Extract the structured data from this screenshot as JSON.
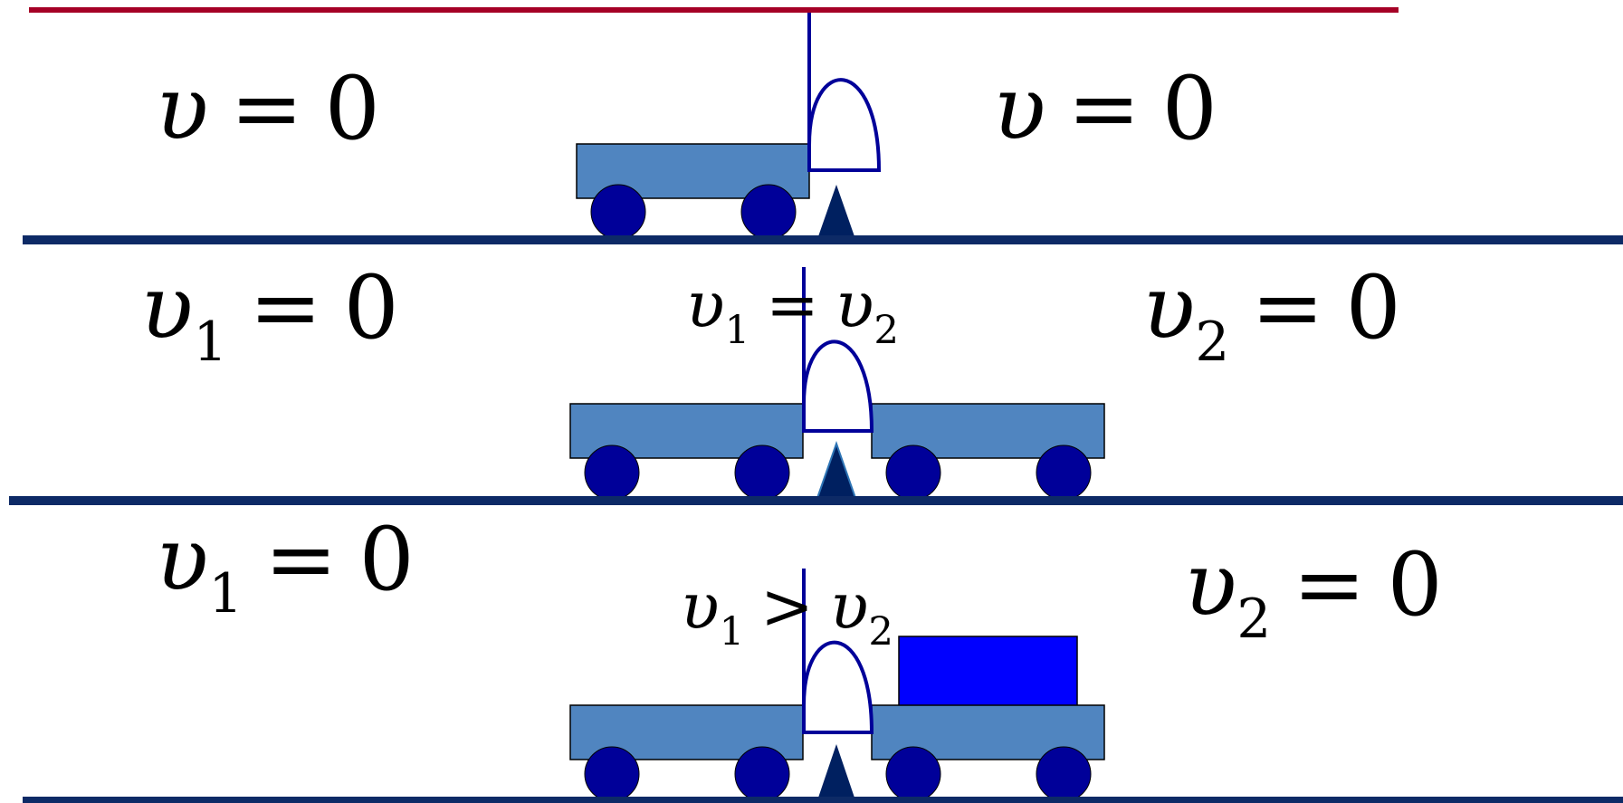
{
  "colors": {
    "top_rule": "#A50026",
    "ground": "#0D2A66",
    "cart_body": "#5085C0",
    "wheel": "#000099",
    "arch": "#000099",
    "support": "#002060",
    "block": "#0000FF"
  },
  "panels": [
    {
      "left_eq": {
        "var": "υ",
        "sub": "",
        "op": "=",
        "val": "0"
      },
      "right_eq": {
        "var": "υ",
        "sub": "",
        "op": "=",
        "val": "0"
      }
    },
    {
      "left_eq": {
        "var": "υ",
        "sub": "1",
        "op": "=",
        "val": "0"
      },
      "mid_eq": {
        "lhs_var": "υ",
        "lhs_sub": "1",
        "op": "=",
        "rhs_var": "υ",
        "rhs_sub": "2"
      },
      "right_eq": {
        "var": "υ",
        "sub": "2",
        "op": "=",
        "val": "0"
      }
    },
    {
      "left_eq": {
        "var": "υ",
        "sub": "1",
        "op": "=",
        "val": "0"
      },
      "mid_eq": {
        "lhs_var": "υ",
        "lhs_sub": "1",
        "op": ">",
        "rhs_var": "υ",
        "rhs_sub": "2"
      },
      "right_eq": {
        "var": "υ",
        "sub": "2",
        "op": "=",
        "val": "0"
      }
    }
  ]
}
